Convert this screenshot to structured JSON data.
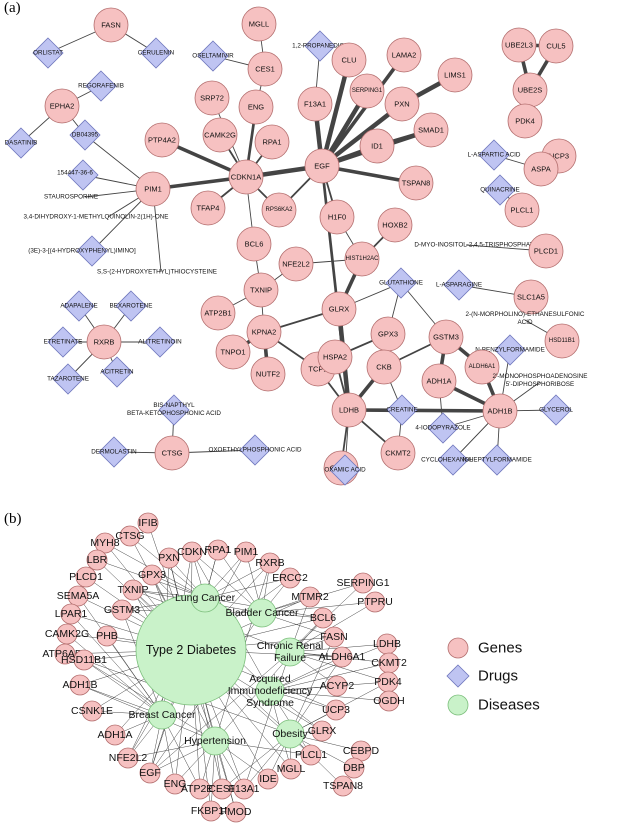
{
  "panel_labels": {
    "a": "(a)",
    "b": "(b)"
  },
  "legend": {
    "genes": "Genes",
    "drugs": "Drugs",
    "diseases": "Diseases"
  },
  "colors": {
    "gene": "#f6c1c1",
    "drug": "#bfc4f2",
    "disease": "#c9f2c9",
    "edge": "#444444"
  },
  "network_a": {
    "nodes": [
      {
        "id": "FASN",
        "type": "gene",
        "label": "FASN"
      },
      {
        "id": "ORLISTAT",
        "type": "drug",
        "label": "ORLISTAT"
      },
      {
        "id": "CERULENIN",
        "type": "drug",
        "label": "CERULENIN"
      },
      {
        "id": "REGORAFENIB",
        "type": "drug",
        "label": "REGORAFENIB"
      },
      {
        "id": "EPHA2",
        "type": "gene",
        "label": "EPHA2"
      },
      {
        "id": "DASATINIB",
        "type": "drug",
        "label": "DASATINIB"
      },
      {
        "id": "DB04395",
        "type": "drug",
        "label": "DB04395"
      },
      {
        "id": "154447",
        "type": "drug",
        "label": "154447-36-6"
      },
      {
        "id": "STAURO",
        "type": "drug",
        "label": "STAUROSPORINE"
      },
      {
        "id": "DIHYD",
        "type": "drug",
        "label": "3,4-DIHYDROXY-1-METHYLQUINOLIN-2(1H)-ONE"
      },
      {
        "id": "PIM1",
        "type": "gene",
        "label": "PIM1"
      },
      {
        "id": "HYDPH",
        "type": "drug",
        "label": "(3E)-3-[(4-HYDROXYPHENYL)IMINO]"
      },
      {
        "id": "SSHYD",
        "type": "drug",
        "label": "S,S-(2-HYDROXYETHYL)THIOCYSTEINE"
      },
      {
        "id": "OSELT",
        "type": "drug",
        "label": "OSELTAMIVIR"
      },
      {
        "id": "MGLL",
        "type": "gene",
        "label": "MGLL"
      },
      {
        "id": "CES1",
        "type": "gene",
        "label": "CES1"
      },
      {
        "id": "SRP72",
        "type": "gene",
        "label": "SRP72"
      },
      {
        "id": "ENG",
        "type": "gene",
        "label": "ENG"
      },
      {
        "id": "CAMK2G",
        "type": "gene",
        "label": "CAMK2G"
      },
      {
        "id": "PTP4A2",
        "type": "gene",
        "label": "PTP4A2"
      },
      {
        "id": "RPA1",
        "type": "gene",
        "label": "RPA1"
      },
      {
        "id": "CDKN1A",
        "type": "gene",
        "label": "CDKN1A"
      },
      {
        "id": "TFAP4",
        "type": "gene",
        "label": "TFAP4"
      },
      {
        "id": "RPS6KA2",
        "type": "gene",
        "label": "RPS6KA2"
      },
      {
        "id": "BCL6",
        "type": "gene",
        "label": "BCL6"
      },
      {
        "id": "PROPD",
        "type": "drug",
        "label": "1,2-PROPANEDIOL"
      },
      {
        "id": "CLU",
        "type": "gene",
        "label": "CLU"
      },
      {
        "id": "F13A1",
        "type": "gene",
        "label": "F13A1"
      },
      {
        "id": "SERPING1",
        "type": "gene",
        "label": "SERPING1"
      },
      {
        "id": "LAMA2",
        "type": "gene",
        "label": "LAMA2"
      },
      {
        "id": "LIMS1",
        "type": "gene",
        "label": "LIMS1"
      },
      {
        "id": "PXN",
        "type": "gene",
        "label": "PXN"
      },
      {
        "id": "ID1",
        "type": "gene",
        "label": "ID1"
      },
      {
        "id": "SMAD1",
        "type": "gene",
        "label": "SMAD1"
      },
      {
        "id": "EGF",
        "type": "gene",
        "label": "EGF"
      },
      {
        "id": "TSPAN8",
        "type": "gene",
        "label": "TSPAN8"
      },
      {
        "id": "H1F0",
        "type": "gene",
        "label": "H1F0"
      },
      {
        "id": "UBE2L3",
        "type": "gene",
        "label": "UBE2L3"
      },
      {
        "id": "CUL5",
        "type": "gene",
        "label": "CUL5"
      },
      {
        "id": "UBE2S",
        "type": "gene",
        "label": "UBE2S"
      },
      {
        "id": "PDK4",
        "type": "gene",
        "label": "PDK4"
      },
      {
        "id": "UCP3",
        "type": "gene",
        "label": "UCP3"
      },
      {
        "id": "LASP",
        "type": "drug",
        "label": "L-ASPARTIC ACID"
      },
      {
        "id": "ASPA",
        "type": "gene",
        "label": "ASPA"
      },
      {
        "id": "QUIN",
        "type": "drug",
        "label": "QUINACRINE"
      },
      {
        "id": "PLCL1",
        "type": "gene",
        "label": "PLCL1"
      },
      {
        "id": "DMYO",
        "type": "drug",
        "label": "D-MYO-INOSITOL-2,4,5-TRISPHOSPHATE"
      },
      {
        "id": "PLCD1",
        "type": "gene",
        "label": "PLCD1"
      },
      {
        "id": "HOXB2",
        "type": "gene",
        "label": "HOXB2"
      },
      {
        "id": "HIST",
        "type": "gene",
        "label": "HIST1H2AC"
      },
      {
        "id": "NFE2L2",
        "type": "gene",
        "label": "NFE2L2"
      },
      {
        "id": "TXNIP",
        "type": "gene",
        "label": "TXNIP"
      },
      {
        "id": "ATP2B1",
        "type": "gene",
        "label": "ATP2B1"
      },
      {
        "id": "GLRX",
        "type": "gene",
        "label": "GLRX"
      },
      {
        "id": "GLUT",
        "type": "drug",
        "label": "GLUTATHIONE"
      },
      {
        "id": "LASPN",
        "type": "drug",
        "label": "L-ASPARAGINE"
      },
      {
        "id": "SLC1A5",
        "type": "gene",
        "label": "SLC1A5"
      },
      {
        "id": "MORPH",
        "type": "drug",
        "label": "2-(N-MORPHOLINO)-ETHANESULFONIC ACID"
      },
      {
        "id": "HSD11B1",
        "type": "gene",
        "label": "HSD11B1"
      },
      {
        "id": "NBENZ",
        "type": "drug",
        "label": "N-BENZYLFORMAMIDE"
      },
      {
        "id": "ADAP",
        "type": "drug",
        "label": "ADAPALENE"
      },
      {
        "id": "BEXA",
        "type": "drug",
        "label": "BEXAROTENE"
      },
      {
        "id": "ETRE",
        "type": "drug",
        "label": "ETRETINATE"
      },
      {
        "id": "RXRB",
        "type": "gene",
        "label": "RXRB"
      },
      {
        "id": "ALIT",
        "type": "drug",
        "label": "ALITRETINOIN"
      },
      {
        "id": "TAZA",
        "type": "drug",
        "label": "TAZAROTENE"
      },
      {
        "id": "ACIT",
        "type": "drug",
        "label": "ACITRETIN"
      },
      {
        "id": "KPNA2",
        "type": "gene",
        "label": "KPNA2"
      },
      {
        "id": "TNPO1",
        "type": "gene",
        "label": "TNPO1"
      },
      {
        "id": "NUTF2",
        "type": "gene",
        "label": "NUTF2"
      },
      {
        "id": "TCP1",
        "type": "gene",
        "label": "TCP1"
      },
      {
        "id": "GPX3",
        "type": "gene",
        "label": "GPX3"
      },
      {
        "id": "GSTM3",
        "type": "gene",
        "label": "GSTM3"
      },
      {
        "id": "HSPA2",
        "type": "gene",
        "label": "HSPA2"
      },
      {
        "id": "CKB",
        "type": "gene",
        "label": "CKB"
      },
      {
        "id": "ALDH6A1",
        "type": "gene",
        "label": "ALDH6A1"
      },
      {
        "id": "ADH1A",
        "type": "gene",
        "label": "ADH1A"
      },
      {
        "id": "MONOPH",
        "type": "drug",
        "label": "2'-MONOPHOSPHOADENOSINE 5'-DIPHOSPHORIBOSE"
      },
      {
        "id": "LDHB",
        "type": "gene",
        "label": "LDHB"
      },
      {
        "id": "CREAT",
        "type": "drug",
        "label": "CREATINE"
      },
      {
        "id": "IODO",
        "type": "drug",
        "label": "4-IODOPYRAZOLE"
      },
      {
        "id": "ADH1B",
        "type": "gene",
        "label": "ADH1B"
      },
      {
        "id": "GLYC",
        "type": "drug",
        "label": "GLYCEROL"
      },
      {
        "id": "BISN",
        "type": "drug",
        "label": "BIS-NAPTHYL BETA-KETOPHOSPHONIC ACID"
      },
      {
        "id": "DERM",
        "type": "drug",
        "label": "DERMOLASTIN"
      },
      {
        "id": "CTSG",
        "type": "gene",
        "label": "CTSG"
      },
      {
        "id": "OXOE",
        "type": "drug",
        "label": "OXOETHYLPHOSPHONIC ACID"
      },
      {
        "id": "OGDH",
        "type": "gene",
        "label": "OGDH"
      },
      {
        "id": "OXAM",
        "type": "drug",
        "label": "OXAMIC ACID"
      },
      {
        "id": "CKMT2",
        "type": "gene",
        "label": "CKMT2"
      },
      {
        "id": "CYCLO",
        "type": "drug",
        "label": "CYCLOHEXANOL"
      },
      {
        "id": "NHEP",
        "type": "drug",
        "label": "N-HEPTYLFORMAMIDE"
      }
    ]
  },
  "network_b": {
    "diseases": [
      {
        "id": "T2D",
        "label": "Type 2 Diabetes"
      },
      {
        "id": "LUNG",
        "label": "Lung Cancer"
      },
      {
        "id": "BLAD",
        "label": "Bladder Cancer"
      },
      {
        "id": "CRF",
        "label": "Chronic Renal Failure"
      },
      {
        "id": "AIDS",
        "label": "Acquired Immunodeficiency Syndrome"
      },
      {
        "id": "BREA",
        "label": "Breast Cancer"
      },
      {
        "id": "HYPE",
        "label": "Hypertension"
      },
      {
        "id": "OBES",
        "label": "Obesity"
      }
    ],
    "genes": [
      "IFIB",
      "CTSG",
      "MYH8",
      "LBR",
      "PLCD1",
      "SEMA5A",
      "LPAR1",
      "CAMK2G",
      "ATP6AP1",
      "PHB",
      "GSTM3",
      "TXNIP",
      "GPX3",
      "PXN",
      "CDKN",
      "RPA1",
      "PIM1",
      "RXRB",
      "ERCC2",
      "MTMR2",
      "BCL6",
      "SERPING1",
      "PTPRU",
      "FASN",
      "LDHB",
      "CKMT2",
      "ALDH6A1",
      "PDK4",
      "ACYP2",
      "OGDH",
      "UCP3",
      "GLRX",
      "HSD11B1",
      "ADH1B",
      "CSNK1E",
      "ADH1A",
      "NFE2L2",
      "EGF",
      "ENG",
      "ATP2B1",
      "CES1",
      "F13A1",
      "IDE",
      "MGLL",
      "PLCL1",
      "CEBPD",
      "DBP",
      "TSPAN8",
      "FKBP1B",
      "FMOD"
    ]
  }
}
